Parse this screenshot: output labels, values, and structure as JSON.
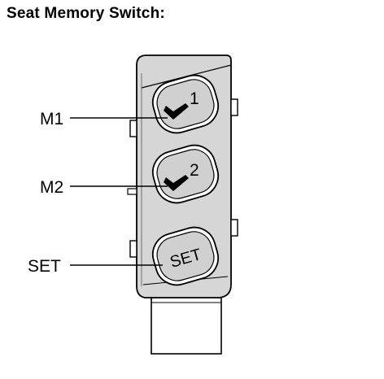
{
  "title": "Seat Memory Switch:",
  "callouts": {
    "m1": "M1",
    "m2": "M2",
    "set": "SET"
  },
  "buttons": {
    "m1_number": "1",
    "m2_number": "2",
    "set_label": "SET"
  },
  "colors": {
    "housing_fill": "#d6d6d6",
    "button_fill": "#d0d0d0",
    "line": "#000000",
    "background": "#ffffff"
  },
  "icons": {
    "memory_buttons": "seat-icon"
  }
}
